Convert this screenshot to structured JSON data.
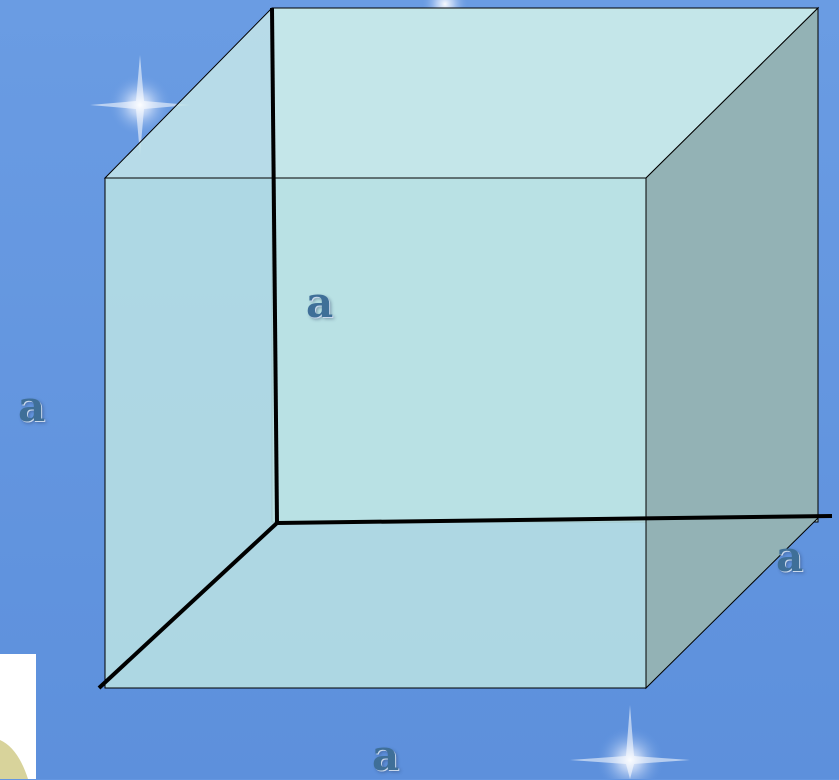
{
  "figure": {
    "edge_labels": {
      "front_left": "a",
      "inner_vertical": "a",
      "right_depth": "a",
      "bottom_front": "a"
    }
  },
  "colors": {
    "background": "#6496e0",
    "front_face": "#b8e0e4",
    "top_face": "#c6e6e9",
    "right_face": "#93b2b5",
    "edge_stroke": "#000000",
    "label_text": "#3f6f98"
  }
}
